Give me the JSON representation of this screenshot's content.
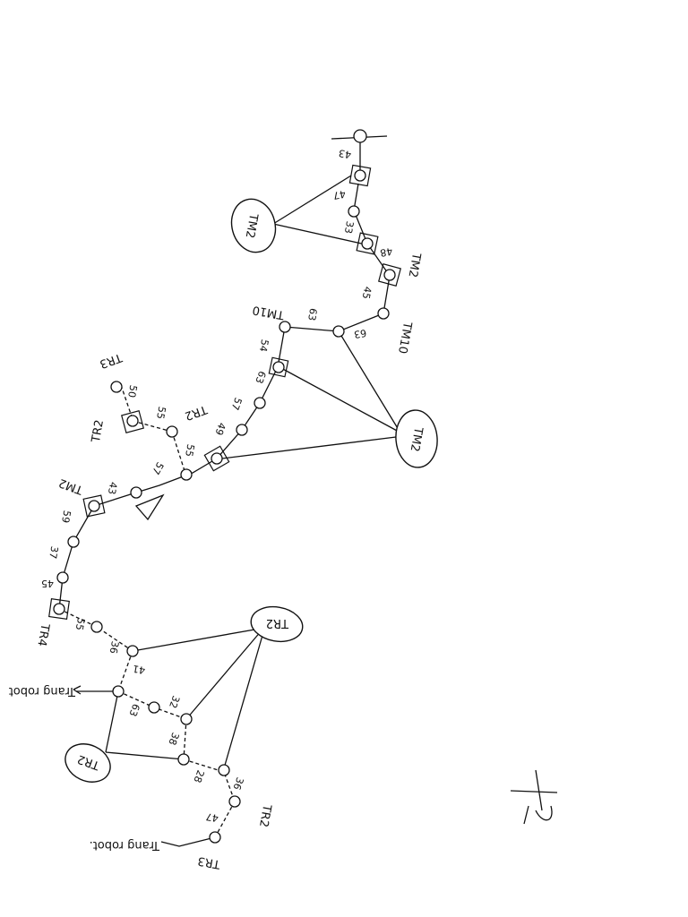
{
  "diagram": {
    "clouds": [
      {
        "id": "tm2_top",
        "label": "TM2"
      },
      {
        "id": "tm2_right",
        "label": "TM2"
      },
      {
        "id": "tr2_mid",
        "label": "TR2"
      },
      {
        "id": "tr2_left",
        "label": "TR2"
      }
    ],
    "tags": {
      "tm2_a": "TM2",
      "tm10_a": "TM10",
      "tm10_b": "TM10",
      "tr2_a": "TR2",
      "tr2_b": "TR2",
      "tr3_a": "TR3",
      "tm2_b": "TM2",
      "tr4": "TR4",
      "tr2_c": "TR2",
      "tr3_b": "TR3"
    },
    "numbers": {
      "n43": "43",
      "n47": "47",
      "n33a": "33",
      "n48": "48",
      "n45a": "45",
      "n63a": "63",
      "n63b": "63",
      "n54": "54",
      "n63c": "63",
      "n57a": "57",
      "n49": "49",
      "n50": "50",
      "n55a": "55",
      "n55b": "55",
      "n57b": "57",
      "n43b": "43",
      "n59": "59",
      "n37": "37",
      "n45b": "45",
      "n55c": "55",
      "n36a": "36",
      "n41": "41",
      "n63d": "63",
      "n32": "32",
      "n38": "38",
      "n28": "28",
      "n36b": "36",
      "n47b": "47"
    },
    "annotations": {
      "robot_a": "Trang robot",
      "robot_b": "Trang robot."
    },
    "signature_text": "Lt"
  }
}
